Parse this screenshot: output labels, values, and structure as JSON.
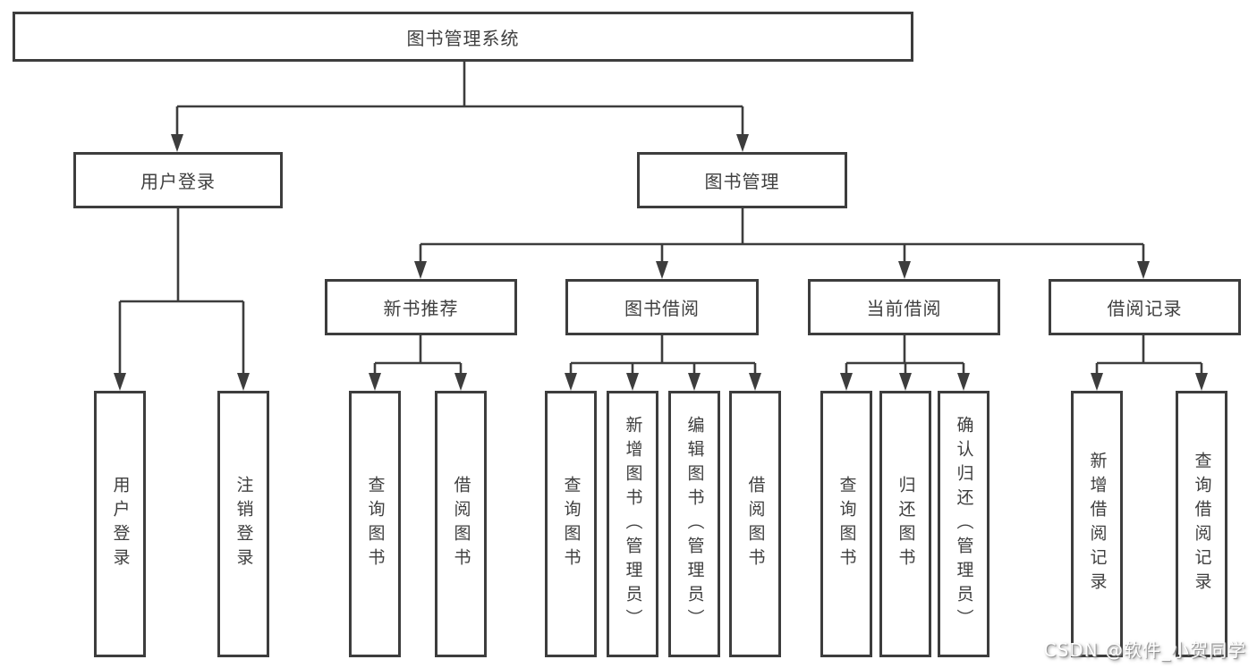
{
  "diagram": {
    "root": "图书管理系统",
    "level2": {
      "user_login": "用户登录",
      "book_mgmt": "图书管理"
    },
    "level3": {
      "new_books": "新书推荐",
      "borrow": "图书借阅",
      "current": "当前借阅",
      "records": "借阅记录"
    },
    "leaves": {
      "user_login": [
        "用户登录",
        "注销登录"
      ],
      "new_books": [
        "查询图书",
        "借阅图书"
      ],
      "borrow": [
        "查询图书",
        "新增图书（管理员）",
        "编辑图书（管理员）",
        "借阅图书"
      ],
      "current": [
        "查询图书",
        "归还图书",
        "确认归还（管理员）"
      ],
      "records": [
        "新增借阅记录",
        "查询借阅记录"
      ]
    }
  },
  "watermark": "CSDN @软件_小贺同学",
  "colors": {
    "line": "#3d3d3d",
    "text": "#3f3f3f",
    "box_bg": "#ffffff",
    "page_bg": "#ffffff"
  }
}
